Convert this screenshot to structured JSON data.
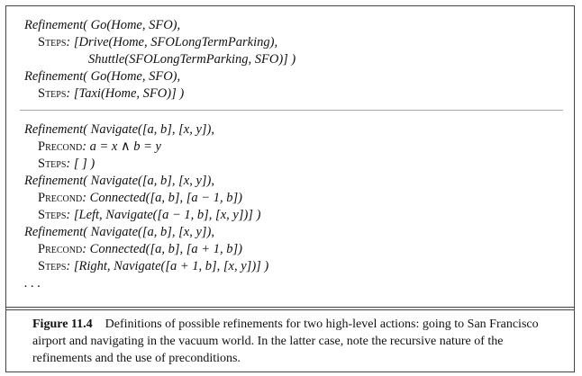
{
  "sec1": {
    "l1": "Refinement( Go(Home, SFO),",
    "l2_kw": "Steps",
    "l2_rest": ": [Drive(Home, SFOLongTermParking),",
    "l3": "Shuttle(SFOLongTermParking, SFO)] )",
    "l4": "Refinement( Go(Home, SFO),",
    "l5_kw": "Steps",
    "l5_rest": ": [Taxi(Home, SFO)] )"
  },
  "sec2": {
    "l1": "Refinement( Navigate([a, b], [x, y]),",
    "l2_kw": "Precond",
    "l2_rest": ": a = x ∧ b = y",
    "l3_kw": "Steps",
    "l3_rest": ": [ ] )",
    "l4": "Refinement( Navigate([a, b], [x, y]),",
    "l5_kw": "Precond",
    "l5_rest": ": Connected([a, b], [a − 1, b])",
    "l6_kw": "Steps",
    "l6_rest": ": [Left, Navigate([a − 1, b], [x, y])] )",
    "l7": "Refinement( Navigate([a, b], [x, y]),",
    "l8_kw": "Precond",
    "l8_rest": ": Connected([a, b], [a + 1, b])",
    "l9_kw": "Steps",
    "l9_rest": ": [Right, Navigate([a + 1, b], [x, y])] )",
    "l10": ". . ."
  },
  "caption": {
    "label": "Figure 11.4",
    "text": "Definitions of possible refinements for two high-level actions: going to San Francisco airport and navigating in the vacuum world. In the latter case, note the recursive nature of the refinements and the use of preconditions."
  }
}
